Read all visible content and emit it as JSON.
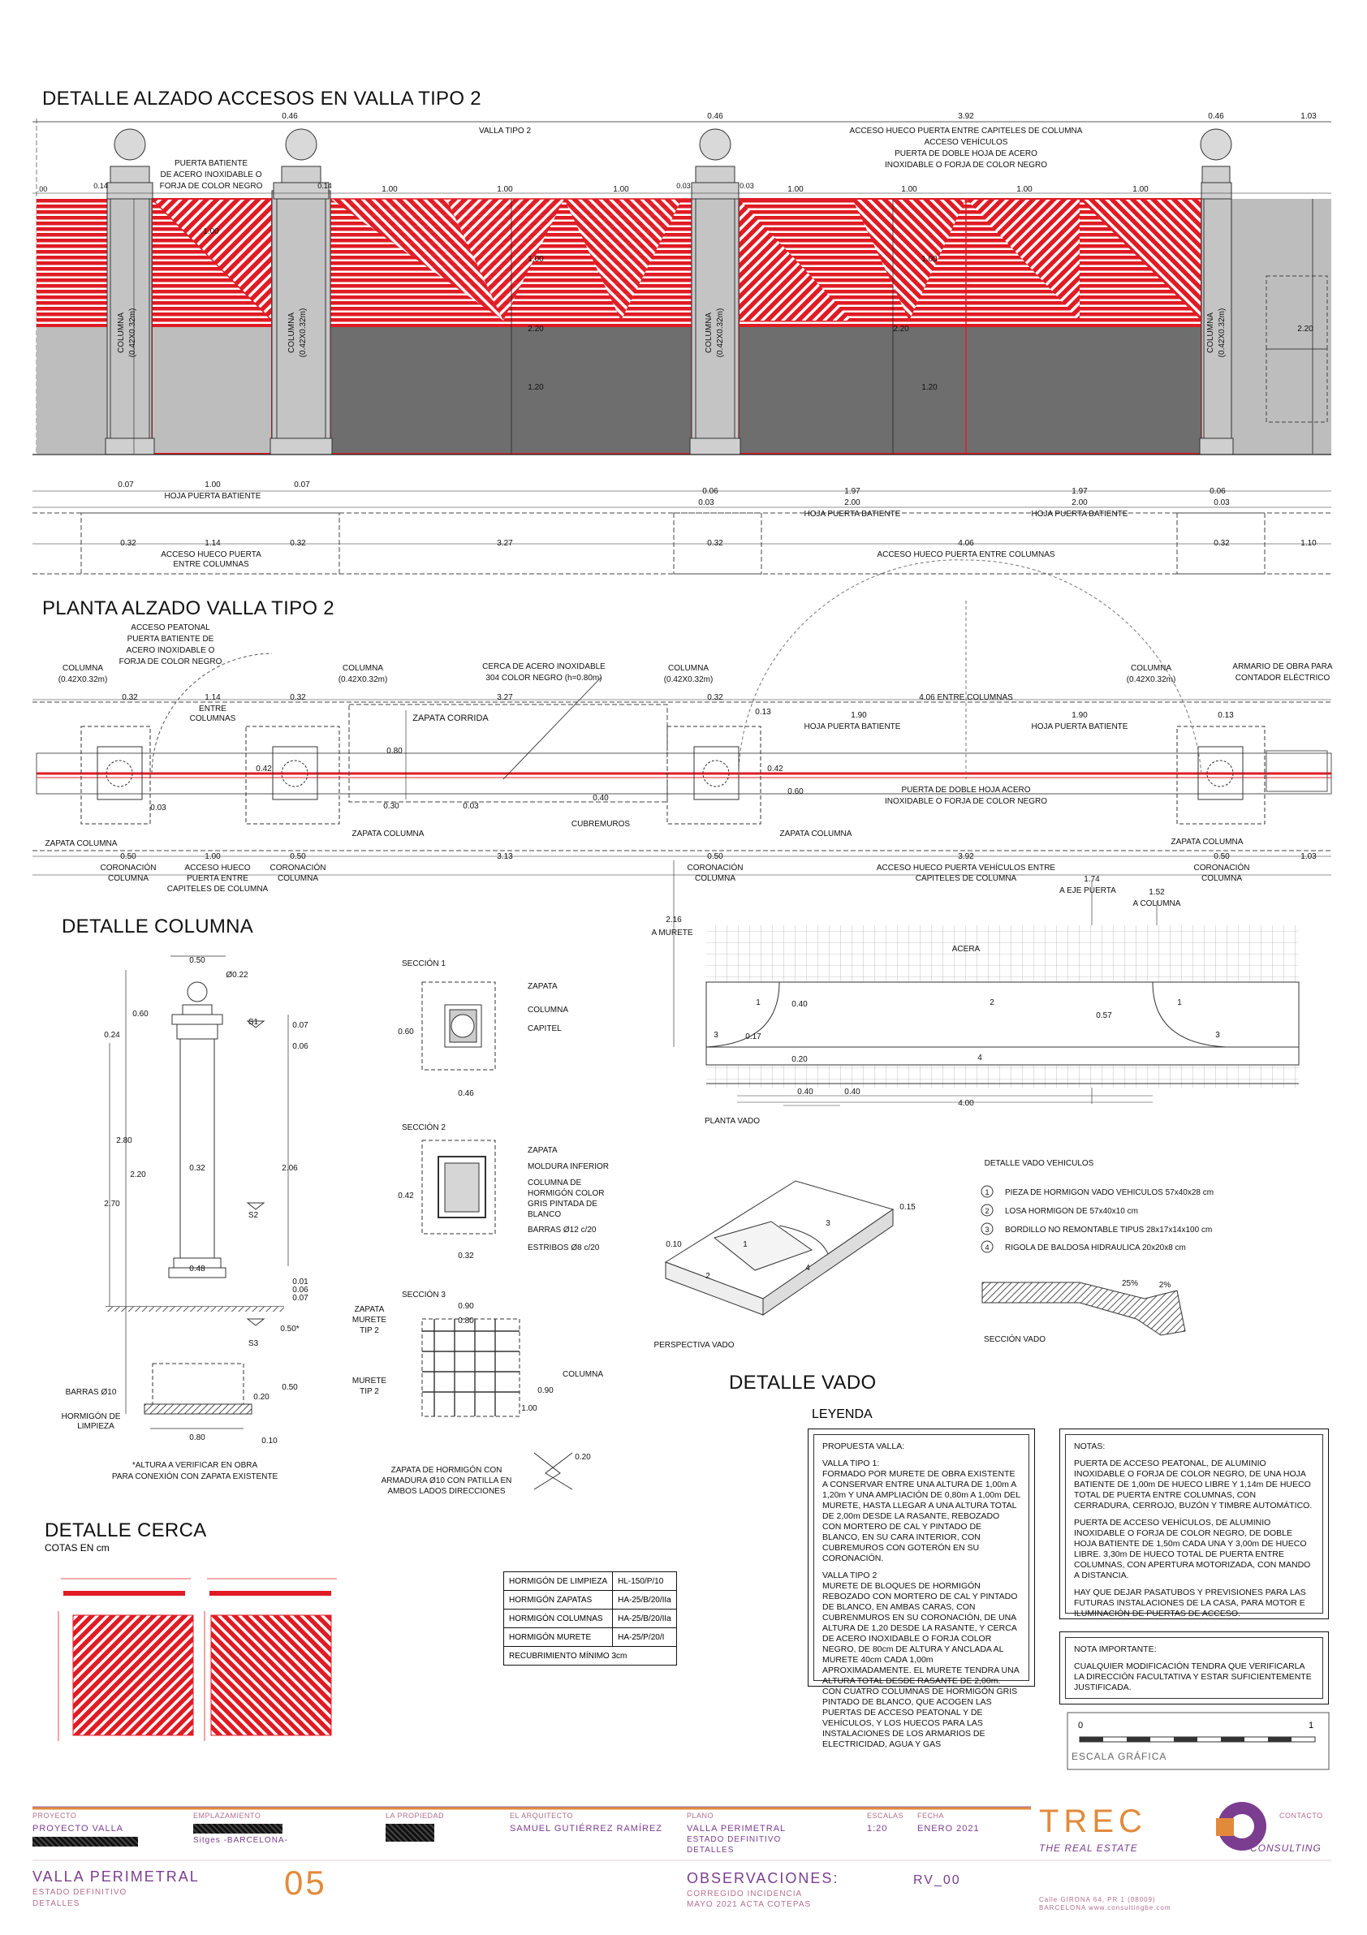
{
  "sections": {
    "alzado_title": "DETALLE ALZADO ACCESOS EN VALLA TIPO 2",
    "planta_title": "PLANTA ALZADO VALLA TIPO 2",
    "columna_title": "DETALLE COLUMNA",
    "cerca_title": "DETALLE CERCA",
    "cerca_sub": "COTAS EN cm",
    "vado_title": "DETALLE VADO",
    "leyenda_title": "LEYENDA"
  },
  "alzado": {
    "top_dims": [
      "0.46",
      "3.92",
      "0.46",
      "0.46",
      "1.03"
    ],
    "valla_tipo": "VALLA TIPO 2",
    "acceso_text": [
      "ACCESO HUECO PUERTA ENTRE CAPITELES DE COLUMNA",
      "ACCESO VEHÍCULOS",
      "PUERTA DE DOBLE HOJA DE ACERO",
      "INOXIDABLE O FORJA DE COLOR NEGRO"
    ],
    "batiente_text": [
      "PUERTA BATIENTE",
      "DE ACERO INOXIDABLE O",
      "FORJA DE COLOR NEGRO"
    ],
    "col_label": "COLUMNA",
    "col_size": "(0.42X0.32m)",
    "dim_100": "1.00",
    "dim_220": "2.20",
    "dim_120": "1.20",
    "dim_007": "0.07",
    "dim_006": "0.06",
    "dim_003": "0.03",
    "dim_197": "1.97",
    "dim_200": "2.00",
    "dim_032": "0.32",
    "dim_114": "1.14",
    "dim_327": "3.27",
    "dim_406": "4.06",
    "dim_110": "1.10",
    "small_dims": [
      "0.14",
      "0.14",
      "0.03",
      "0.03",
      ".00"
    ],
    "hoja_batiente": "HOJA PUERTA BATIENTE",
    "acceso_hueco": [
      "ACCESO HUECO PUERTA",
      "ENTRE COLUMNAS"
    ],
    "acceso_hueco_406": "ACCESO HUECO PUERTA ENTRE COLUMNAS"
  },
  "planta": {
    "acceso_peatonal": [
      "ACCESO PEATONAL",
      "PUERTA BATIENTE DE",
      "ACERO INOXIDABLE O",
      "FORJA DE COLOR NEGRO"
    ],
    "cerca": [
      "CERCA DE ACERO INOXIDABLE",
      "304 COLOR NEGRO (h=0.80m)"
    ],
    "armario": [
      "ARMARIO DE OBRA PARA",
      "CONTADOR ELÉCTRICO"
    ],
    "columna": "COLUMNA",
    "columna_size": "(0.42X0.32m)",
    "entre_406": "4.06 ENTRE COLUMNAS",
    "entre_114": [
      "ENTRE",
      "COLUMNAS"
    ],
    "zapata_corrida": "ZAPATA CORRIDA",
    "zapata_columna": "ZAPATA COLUMNA",
    "puerta_doble": [
      "PUERTA DE DOBLE HOJA ACERO",
      "INOXIDABLE O FORJA DE COLOR NEGRO"
    ],
    "cubremuros": "CUBREMUROS",
    "coronacion": [
      "CORONACIÓN",
      "COLUMNA"
    ],
    "acceso_hueco_entre": [
      "ACCESO HUECO",
      "PUERTA ENTRE",
      "CAPITELES DE COLUMNA"
    ],
    "acceso_hueco_vehiculos": [
      "ACCESO HUECO PUERTA VEHÍCULOS ENTRE",
      "CAPITELES DE COLUMNA"
    ],
    "a_eje": [
      "1.74",
      "A EJE PUERTA"
    ],
    "a_columna": [
      "1.52",
      "A COLUMNA"
    ],
    "a_murete": [
      "2.16",
      "A MURETE"
    ],
    "dims": {
      "d032": "0.32",
      "d114": "1.14",
      "d327": "3.27",
      "d013": "0.13",
      "d190": "1.90",
      "d080": "0.80",
      "d042": "0.42",
      "d030": "0.30",
      "d003": "0.03",
      "d040": "0.40",
      "d060": "0.60",
      "d050": "0.50",
      "d100": "1.00",
      "d313": "3.13",
      "d392": "3.92",
      "d103": "1.03"
    }
  },
  "columna": {
    "dims": {
      "d050": "0.50",
      "d022": "Ø0.22",
      "d060": "0.60",
      "d024": "0.24",
      "d007": "0.07",
      "d006": "0.06",
      "d280": "2.80",
      "d220": "2.20",
      "d270": "2.70",
      "d032": "0.32",
      "d206": "2.06",
      "d048": "0.48",
      "d001": "0.01",
      "d050s": "0.50*",
      "d020": "0.20",
      "d080": "0.80",
      "d010": "0.10"
    },
    "s1": "S1",
    "s2": "S2",
    "s3": "S3",
    "barras": "BARRAS Ø10",
    "hormigon": [
      "HORMIGÓN DE",
      "LIMPIEZA"
    ],
    "nota": [
      "*ALTURA A VERIFICAR EN OBRA",
      "PARA CONEXIÓN CON ZAPATA EXISTENTE"
    ]
  },
  "secciones": {
    "s1_title": "SECCIÓN 1",
    "s1_labels": [
      "ZAPATA",
      "COLUMNA",
      "CAPITEL"
    ],
    "s1_dims": [
      "0.60",
      "0.46"
    ],
    "s2_title": "SECCIÓN 2",
    "s2_labels": [
      "ZAPATA",
      "MOLDURA INFERIOR",
      "COLUMNA DE",
      "HORMIGÓN COLOR",
      "GRIS PINTADA DE",
      "BLANCO",
      "BARRAS Ø12 c/20",
      "ESTRIBOS Ø8 c/20"
    ],
    "s2_dims": [
      "0.42",
      "0.32"
    ],
    "s3_title": "SECCIÓN 3",
    "s3_labels": [
      "ZAPATA",
      "MURETE",
      "TIP 2",
      "MURETE",
      "TIP 2",
      "COLUMNA"
    ],
    "s3_dims": [
      "0.90",
      "0.80",
      "0.90",
      "1.00",
      "0.20"
    ],
    "zapata_nota": [
      "ZAPATA DE HORMIGÓN CON",
      "ARMADURA Ø10 CON PATILLA EN",
      "AMBOS LADOS DIRECCIONES"
    ]
  },
  "vado": {
    "acera": "ACERA",
    "planta_label": "PLANTA VADO",
    "persp_label": "PERSPECTIVA VADO",
    "seccion_label": "SECCIÓN VADO",
    "detalle_label": "DETALLE VADO VEHICULOS",
    "dims": {
      "d040": "0.40",
      "d017": "0.17",
      "d020": "0.20",
      "d057": "0.57",
      "d400": "4.00",
      "d015": "0.15",
      "d010": "0.10",
      "p25": "25%",
      "p2": "2%"
    },
    "legend": [
      {
        "n": "1",
        "t": "PIEZA DE HORMIGON VADO VEHICULOS 57x40x28 cm"
      },
      {
        "n": "2",
        "t": "LOSA HORMIGON DE 57x40x10 cm"
      },
      {
        "n": "3",
        "t": "BORDILLO NO REMONTABLE TIPUS 28x17x14x100 cm"
      },
      {
        "n": "4",
        "t": "RIGOLA DE BALDOSA HIDRAULICA 20x20x8 cm"
      }
    ],
    "nums": [
      "1",
      "2",
      "3",
      "4"
    ]
  },
  "materials": [
    [
      "HORMIGÓN DE LIMPIEZA",
      "HL-150/P/10"
    ],
    [
      "HORMIGÓN ZAPATAS",
      "HA-25/B/20/IIa"
    ],
    [
      "HORMIGÓN COLUMNAS",
      "HA-25/B/20/IIa"
    ],
    [
      "HORMIGÓN MURETE",
      "HA-25/P/20/I"
    ],
    [
      "RECUBRIMIENTO MÍNIMO 3cm",
      ""
    ]
  ],
  "leyenda": {
    "head": "PROPUESTA VALLA:",
    "t1_title": "VALLA TIPO 1:",
    "t1": "FORMADO POR MURETE DE OBRA EXISTENTE A CONSERVAR ENTRE UNA ALTURA DE 1,00m A 1,20m Y UNA AMPLIACIÓN DE 0,80m A 1,00m DEL MURETE, HASTA LLEGAR A UNA ALTURA TOTAL DE 2,00m DESDE LA RASANTE, REBOZADO CON MORTERO DE CAL Y PINTADO DE BLANCO, EN SU CARA INTERIOR, CON CUBREMUROS CON GOTERÓN EN SU CORONACIÓN.",
    "t2_title": "VALLA TIPO 2",
    "t2": "MURETE DE BLOQUES DE HORMIGÓN REBOZADO CON MORTERO DE CAL Y PINTADO DE BLANCO, EN AMBAS CARAS, CON CUBRENMUROS EN SU CORONACIÓN, DE UNA ALTURA DE 1,20 DESDE LA RASANTE, Y CERCA DE ACERO INOXIDABLE O FORJA COLOR NEGRO, DE 80cm DE ALTURA Y ANCLADA AL MURETE 40cm CADA 1,00m APROXIMADAMENTE. EL MURETE TENDRA UNA ALTURA TOTAL DESDE RASANTE DE 2,00m. CON CUATRO COLUMNAS DE HORMIGÓN GRIS PINTADO DE BLANCO, QUE ACOGEN LAS PUERTAS DE ACCESO PEATONAL Y DE VEHÍCULOS, Y LOS HUECOS PARA LAS INSTALACIONES DE LOS ARMARIOS DE ELECTRICIDAD, AGUA Y GAS"
  },
  "notas": {
    "head": "NOTAS:",
    "n1": "PUERTA DE ACCESO PEATONAL, DE ALUMINIO INOXIDABLE O FORJA DE COLOR NEGRO, DE UNA HOJA BATIENTE DE 1,00m DE HUECO LIBRE Y 1,14m DE HUECO TOTAL DE PUERTA ENTRE COLUMNAS, CON CERRADURA, CERROJO, BUZÓN Y TIMBRE AUTOMÁTICO.",
    "n2": "PUERTA DE ACCESO VEHÍCULOS, DE ALUMINIO INOXIDABLE O FORJA DE COLOR NEGRO, DE DOBLE HOJA BATIENTE DE 1,50m CADA UNA Y 3,00m DE HUECO LIBRE. 3,30m DE HUECO TOTAL DE PUERTA ENTRE COLUMNAS, CON APERTURA MOTORIZADA, CON MANDO A DISTANCIA.",
    "n3": "HAY QUE DEJAR PASATUBOS Y PREVISIONES PARA LAS FUTURAS INSTALACIONES DE LA CASA, PARA MOTOR E ILUMINACIÓN DE PUERTAS DE ACCESO.",
    "imp_head": "NOTA IMPORTANTE:",
    "imp": "CUALQUIER MODIFICACIÓN TENDRA QUE VERIFICARLA LA DIRECCIÓN FACULTATIVA Y ESTAR SUFICIENTEMENTE JUSTIFICADA."
  },
  "escala": {
    "label": "ESCALA GRÁFICA",
    "zero": "0",
    "one": "1"
  },
  "titleblock": {
    "h_proyecto": "PROYECTO",
    "h_emplazamiento": "EMPLAZAMIENTO",
    "h_propiedad": "LA PROPIEDAD",
    "h_arquitecto": "EL ARQUITECTO",
    "h_plano": "PLANO",
    "h_escalas": "ESCALAS",
    "h_fecha": "FECHA",
    "h_contacto": "CONTACTO",
    "proyecto": "PROYECTO VALLA",
    "emplazamiento": "Sitges -BARCELONA-",
    "arquitecto": "SAMUEL GUTIÉRREZ RAMÍREZ",
    "plano": [
      "VALLA PERIMETRAL",
      "ESTADO DEFINITIVO",
      "DETALLES"
    ],
    "escala": "1:20",
    "fecha": "ENERO 2021",
    "sheet_title": [
      "VALLA PERIMETRAL",
      "ESTADO DEFINITIVO",
      "DETALLES"
    ],
    "sheet_num": "05",
    "obs_title": "OBSERVACIONES:",
    "obs": [
      "CORREGIDO  INCIDENCIA",
      "MAYO 2021  ACTA COTEPAS"
    ],
    "rev": "RV_00",
    "brand": "TREC",
    "brand_sub": "THE REAL ESTATE",
    "brand_consulting": "CONSULTING",
    "address": [
      "Calle GIRONA 64, PR 1 (08009)",
      "BARCELONA  www.consultingbe.com"
    ]
  },
  "colors": {
    "red": "#e01b24",
    "grey": "#bdbdbd",
    "dark": "#6e6e6e",
    "purple": "#7a3d8f",
    "orange": "#e38a3a"
  }
}
